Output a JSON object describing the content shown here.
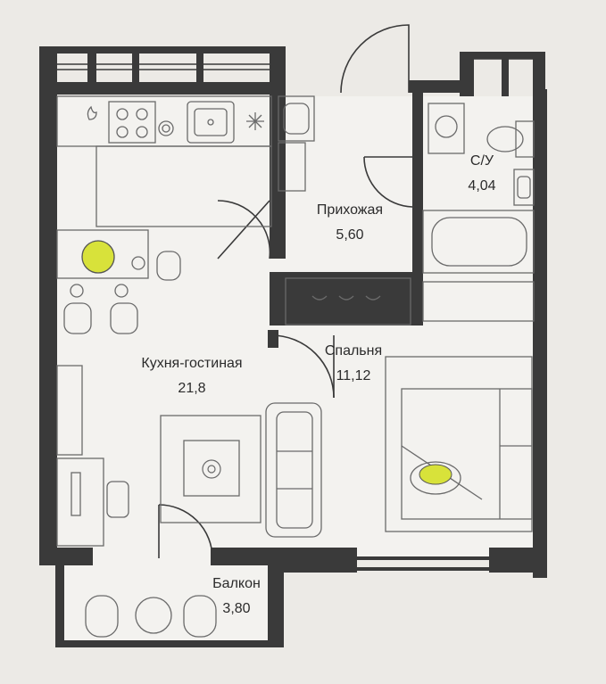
{
  "rooms": {
    "kitchen": {
      "name": "Кухня-гостиная",
      "area": "21,8"
    },
    "hallway": {
      "name": "Прихожая",
      "area": "5,60"
    },
    "bathroom": {
      "name": "С/У",
      "area": "4,04"
    },
    "bedroom": {
      "name": "Спальня",
      "area": "11,12"
    },
    "balcony": {
      "name": "Балкон",
      "area": "3,80"
    }
  },
  "colors": {
    "wall": "#3a3a3a",
    "background": "#eceae6",
    "floor": "#f3f2ef",
    "accent": "#d8e23a"
  },
  "icons": [
    "stove-icon",
    "sink-icon",
    "fridge-icon",
    "table-icon",
    "sofa-icon",
    "bed-icon",
    "bathtub-icon",
    "toilet-icon",
    "washbasin-icon",
    "wardrobe-icon",
    "cat-icon",
    "plant-icon",
    "desk-icon"
  ]
}
